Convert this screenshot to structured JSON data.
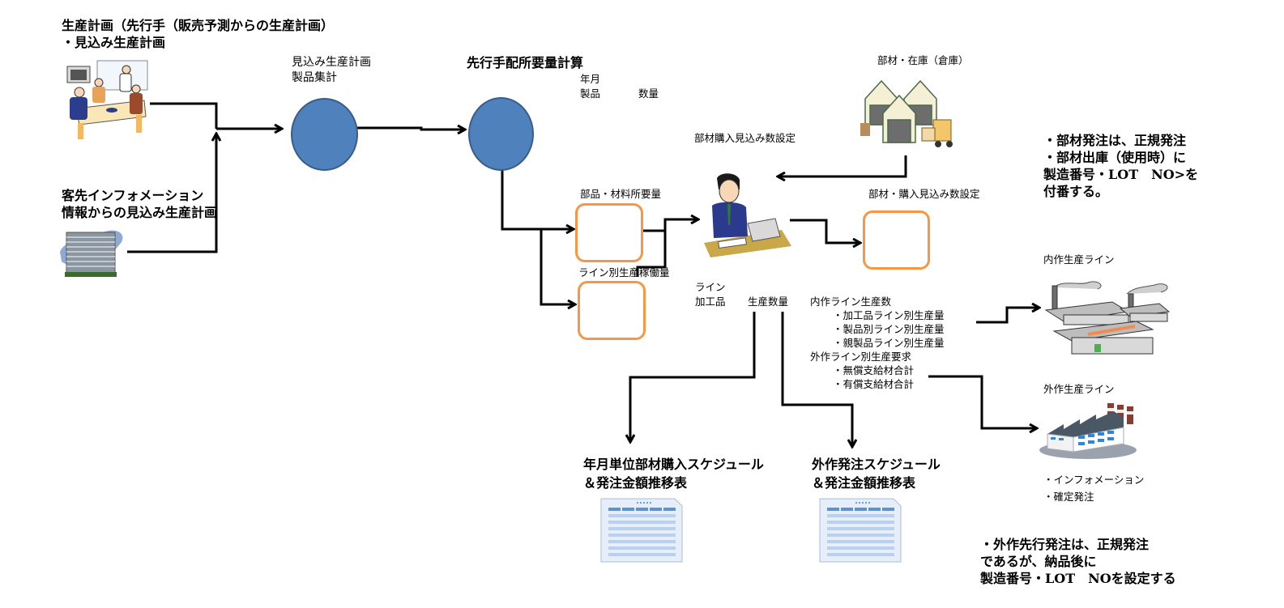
{
  "colors": {
    "process_circle_fill": "#4f81bd",
    "process_circle_border": "#385d8a",
    "data_box_border": "#f79646",
    "connector": "#000000"
  },
  "inputs": {
    "production_plan": {
      "lines": [
        "生産計画（先行手（販売予測からの生産計画）",
        "・見込み生産計画"
      ],
      "icon": "meeting-illustration"
    },
    "customer_info": {
      "lines": [
        "客先インフォメーション",
        "情報からの見込み生産計画"
      ],
      "icon": "office-building-illustration"
    }
  },
  "processes": {
    "aggregate": {
      "lines": [
        "見込み生産計画",
        "製品集計"
      ]
    },
    "requirements": {
      "title": "先行手配所要量計算",
      "fields": [
        "年月",
        "製品",
        "数量"
      ]
    }
  },
  "data_boxes": {
    "parts_materials": {
      "label": "部品・材料所要量"
    },
    "line_workload": {
      "label": "ライン別生産稼働量"
    },
    "parts_purchase": {
      "label": "部材・購入見込み数設定"
    }
  },
  "operator": {
    "label": "部材購入見込み数設定",
    "icon": "office-worker-laptop-illustration"
  },
  "warehouse": {
    "label": "部材・在庫（倉庫）",
    "icon": "warehouse-forklift-illustration"
  },
  "notes": {
    "parts_order": [
      "・部材発注は、正規発注",
      "・部材出庫（使用時）に",
      "製造番号・LOT　NO>を",
      "付番する。"
    ],
    "outsource_order": [
      "・外作先行発注は、正規発注",
      "であるが、納品後に",
      "製造番号・LOT　NOを設定する"
    ]
  },
  "output_fields": {
    "line_header": [
      "ライン",
      "加工品",
      "生産数量"
    ],
    "inhouse_title": "内作ライン生産数",
    "inhouse_items": [
      "・加工品ライン別生産量",
      "・製品別ライン別生産量",
      "・親製品ライン別生産量"
    ],
    "outsource_title": "外作ライン別生産要求",
    "outsource_items": [
      "・無償支給材合計",
      "・有償支給材合計"
    ]
  },
  "production_lines": {
    "inhouse": {
      "label": "内作生産ライン",
      "icon": "factory-smokestacks-illustration"
    },
    "outsource": {
      "label": "外作生産ライン",
      "icon": "factory-building-illustration",
      "items": [
        "・インフォメーション",
        "・確定発注"
      ]
    }
  },
  "reports": {
    "purchase_schedule": {
      "lines": [
        "年月単位部材購入スケジュール",
        "＆発注金額推移表"
      ],
      "icon": "spreadsheet-icon"
    },
    "outsource_schedule": {
      "lines": [
        "外作発注スケジュール",
        "＆発注金額推移表"
      ],
      "icon": "spreadsheet-icon"
    }
  }
}
